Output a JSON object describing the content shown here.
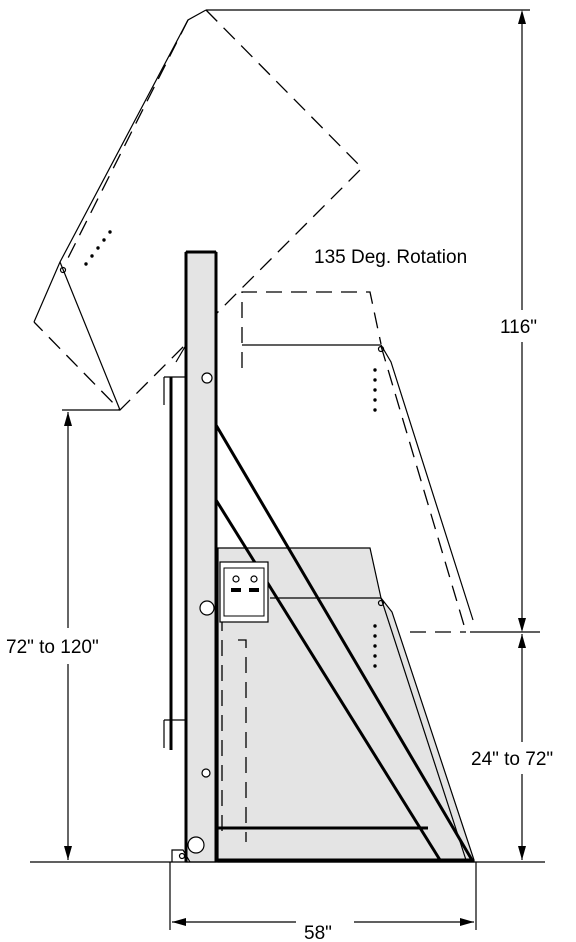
{
  "labels": {
    "rotation": "135 Deg. Rotation",
    "overall_height": "116\"",
    "lift_height": "72\" to 120\"",
    "base_height": "24\" to 72\"",
    "base_width": "58\""
  }
}
